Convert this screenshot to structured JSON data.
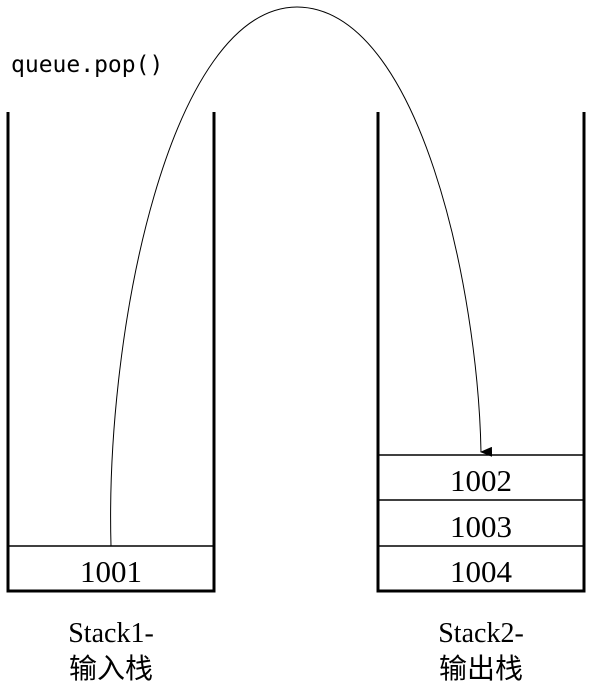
{
  "operation": "queue.pop()",
  "stack1": {
    "name": "Stack1-",
    "role": "输入栈",
    "items": [
      "1001"
    ]
  },
  "stack2": {
    "name": "Stack2-",
    "role": "输出栈",
    "items": [
      "1002",
      "1003",
      "1004"
    ]
  }
}
